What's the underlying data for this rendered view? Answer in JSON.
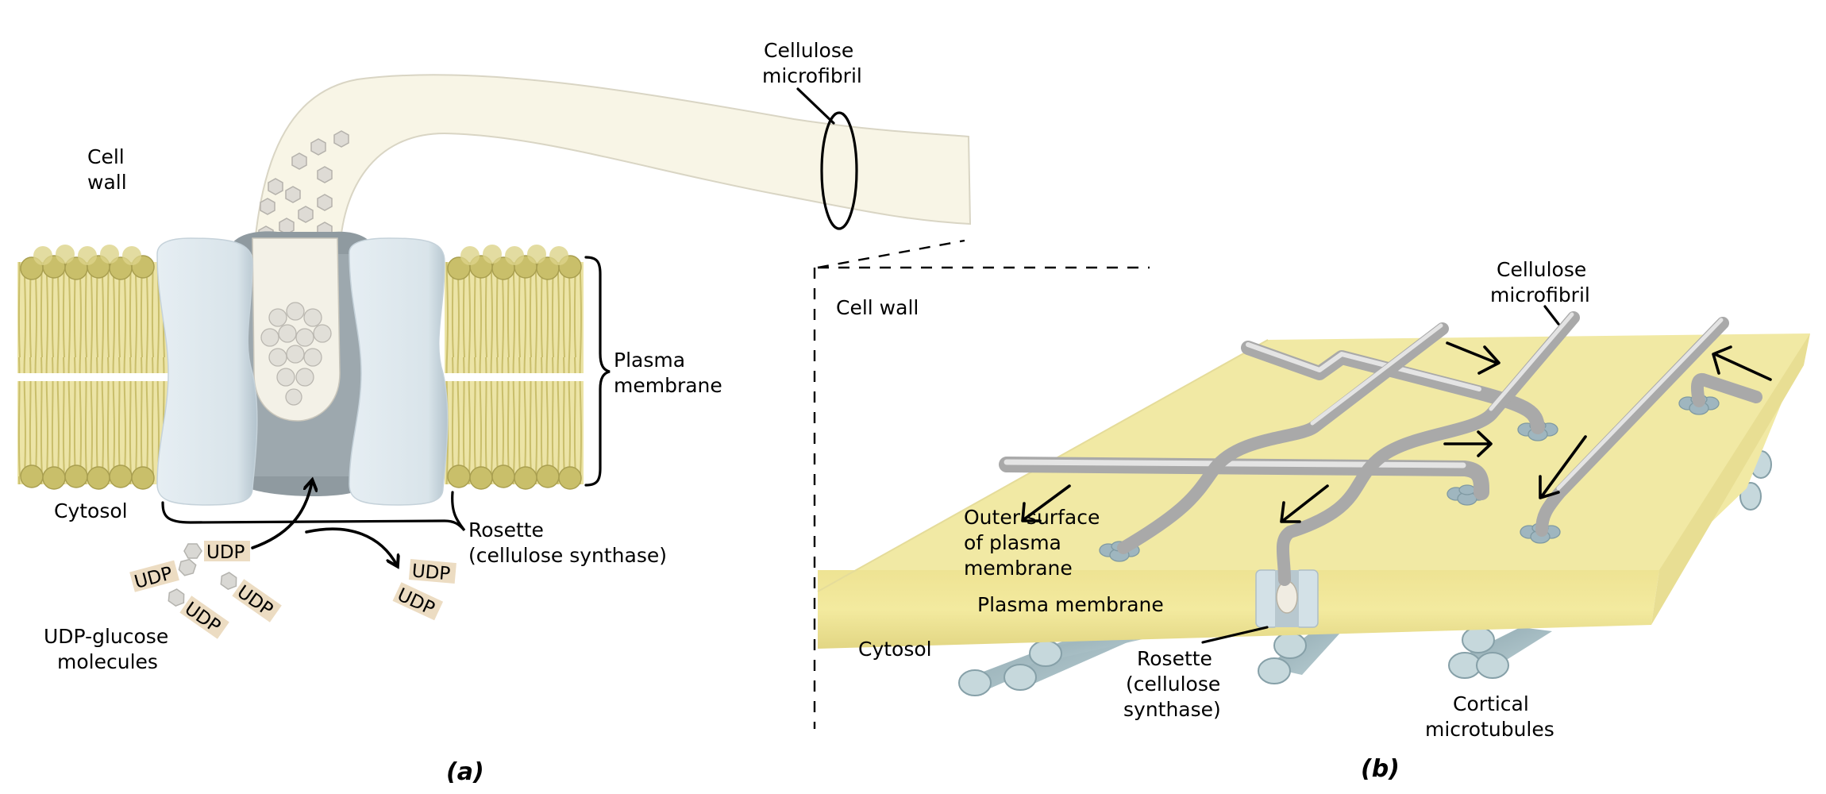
{
  "figure": {
    "panel_a": {
      "caption": "(a)",
      "labels": {
        "cell_wall_line1": "Cell",
        "cell_wall_line2": "wall",
        "cellulose_microfibril_line1": "Cellulose",
        "cellulose_microfibril_line2": "microfibril",
        "plasma_membrane_line1": "Plasma",
        "plasma_membrane_line2": "membrane",
        "cytosol": "Cytosol",
        "rosette_line1": "Rosette",
        "rosette_line2": "(cellulose synthase)",
        "udp_glucose_line1": "UDP-glucose",
        "udp_glucose_line2": "molecules"
      },
      "udp_tags": [
        "UDP",
        "UDP",
        "UDP",
        "UDP",
        "UDP",
        "UDP"
      ]
    },
    "panel_b": {
      "caption": "(b)",
      "labels": {
        "cell_wall": "Cell wall",
        "cellulose_microfibril_line1": "Cellulose",
        "cellulose_microfibril_line2": "microfibril",
        "outer_surface_line1": "Outer surface",
        "outer_surface_line2": "of plasma",
        "outer_surface_line3": "membrane",
        "plasma_membrane": "Plasma membrane",
        "cytosol": "Cytosol",
        "rosette_line1": "Rosette",
        "rosette_line2": "(cellulose",
        "rosette_line3": "synthase)",
        "cortical_line1": "Cortical",
        "cortical_line2": "microtubules"
      }
    },
    "colors": {
      "lipid": "#d9cf7c",
      "lipid_head": "#c7bd68",
      "protein": "#dce7ee",
      "protein_shade": "#b0c0cb",
      "protein_core": "#8f9aa0",
      "fibril": "#f8f5e6",
      "membrane_slab": "#f1e9a4",
      "membrane_edge": "#e3d78c",
      "microtubule": "#a9c1c7"
    }
  }
}
